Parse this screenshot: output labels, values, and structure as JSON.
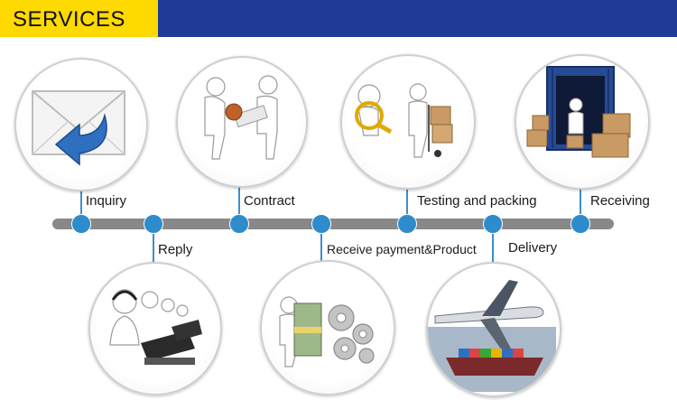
{
  "header": {
    "title": "SERVICES"
  },
  "steps": [
    {
      "label": "Inquiry",
      "icon": "envelope-reply-icon"
    },
    {
      "label": "Reply",
      "icon": "call-center-icon"
    },
    {
      "label": "Contract",
      "icon": "contract-handshake-icon"
    },
    {
      "label": "Receive payment&Product",
      "icon": "money-gears-icon"
    },
    {
      "label": "Testing and packing",
      "icon": "inspection-packing-icon"
    },
    {
      "label": "Delivery",
      "icon": "airplane-ship-icon"
    },
    {
      "label": "Receiving",
      "icon": "container-boxes-icon"
    }
  ],
  "colors": {
    "header_yellow": "#fdd900",
    "header_blue": "#1f3a97",
    "node_blue": "#2e8bcc",
    "timeline_gray": "#888888"
  }
}
